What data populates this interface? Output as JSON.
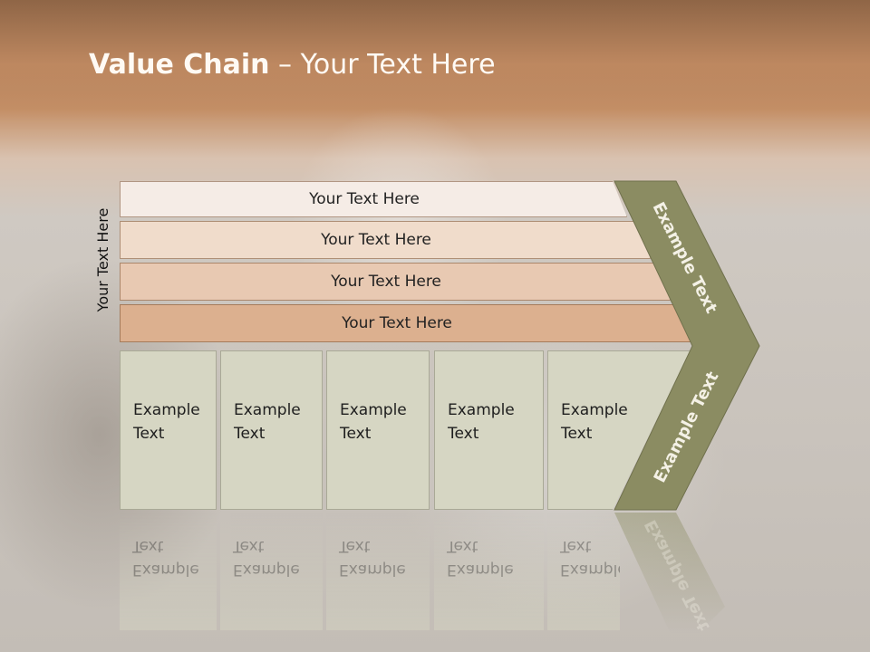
{
  "title": {
    "bold": "Value Chain",
    "rest": " – Your Text Here"
  },
  "side_label": "Your Text Here",
  "bars": [
    "Your Text Here",
    "Your Text Here",
    "Your Text Here",
    "Your Text Here"
  ],
  "boxes": [
    {
      "line1": "Example",
      "line2": "Text"
    },
    {
      "line1": "Example",
      "line2": "Text"
    },
    {
      "line1": "Example",
      "line2": "Text"
    },
    {
      "line1": "Example",
      "line2": "Text"
    },
    {
      "line1": "Example",
      "line2": "Text"
    }
  ],
  "chevron": {
    "top_text": "Example Text",
    "bottom_text": "Example Text"
  },
  "colors": {
    "chevron_fill": "#8b8c62",
    "title_band": "#c48f66"
  }
}
